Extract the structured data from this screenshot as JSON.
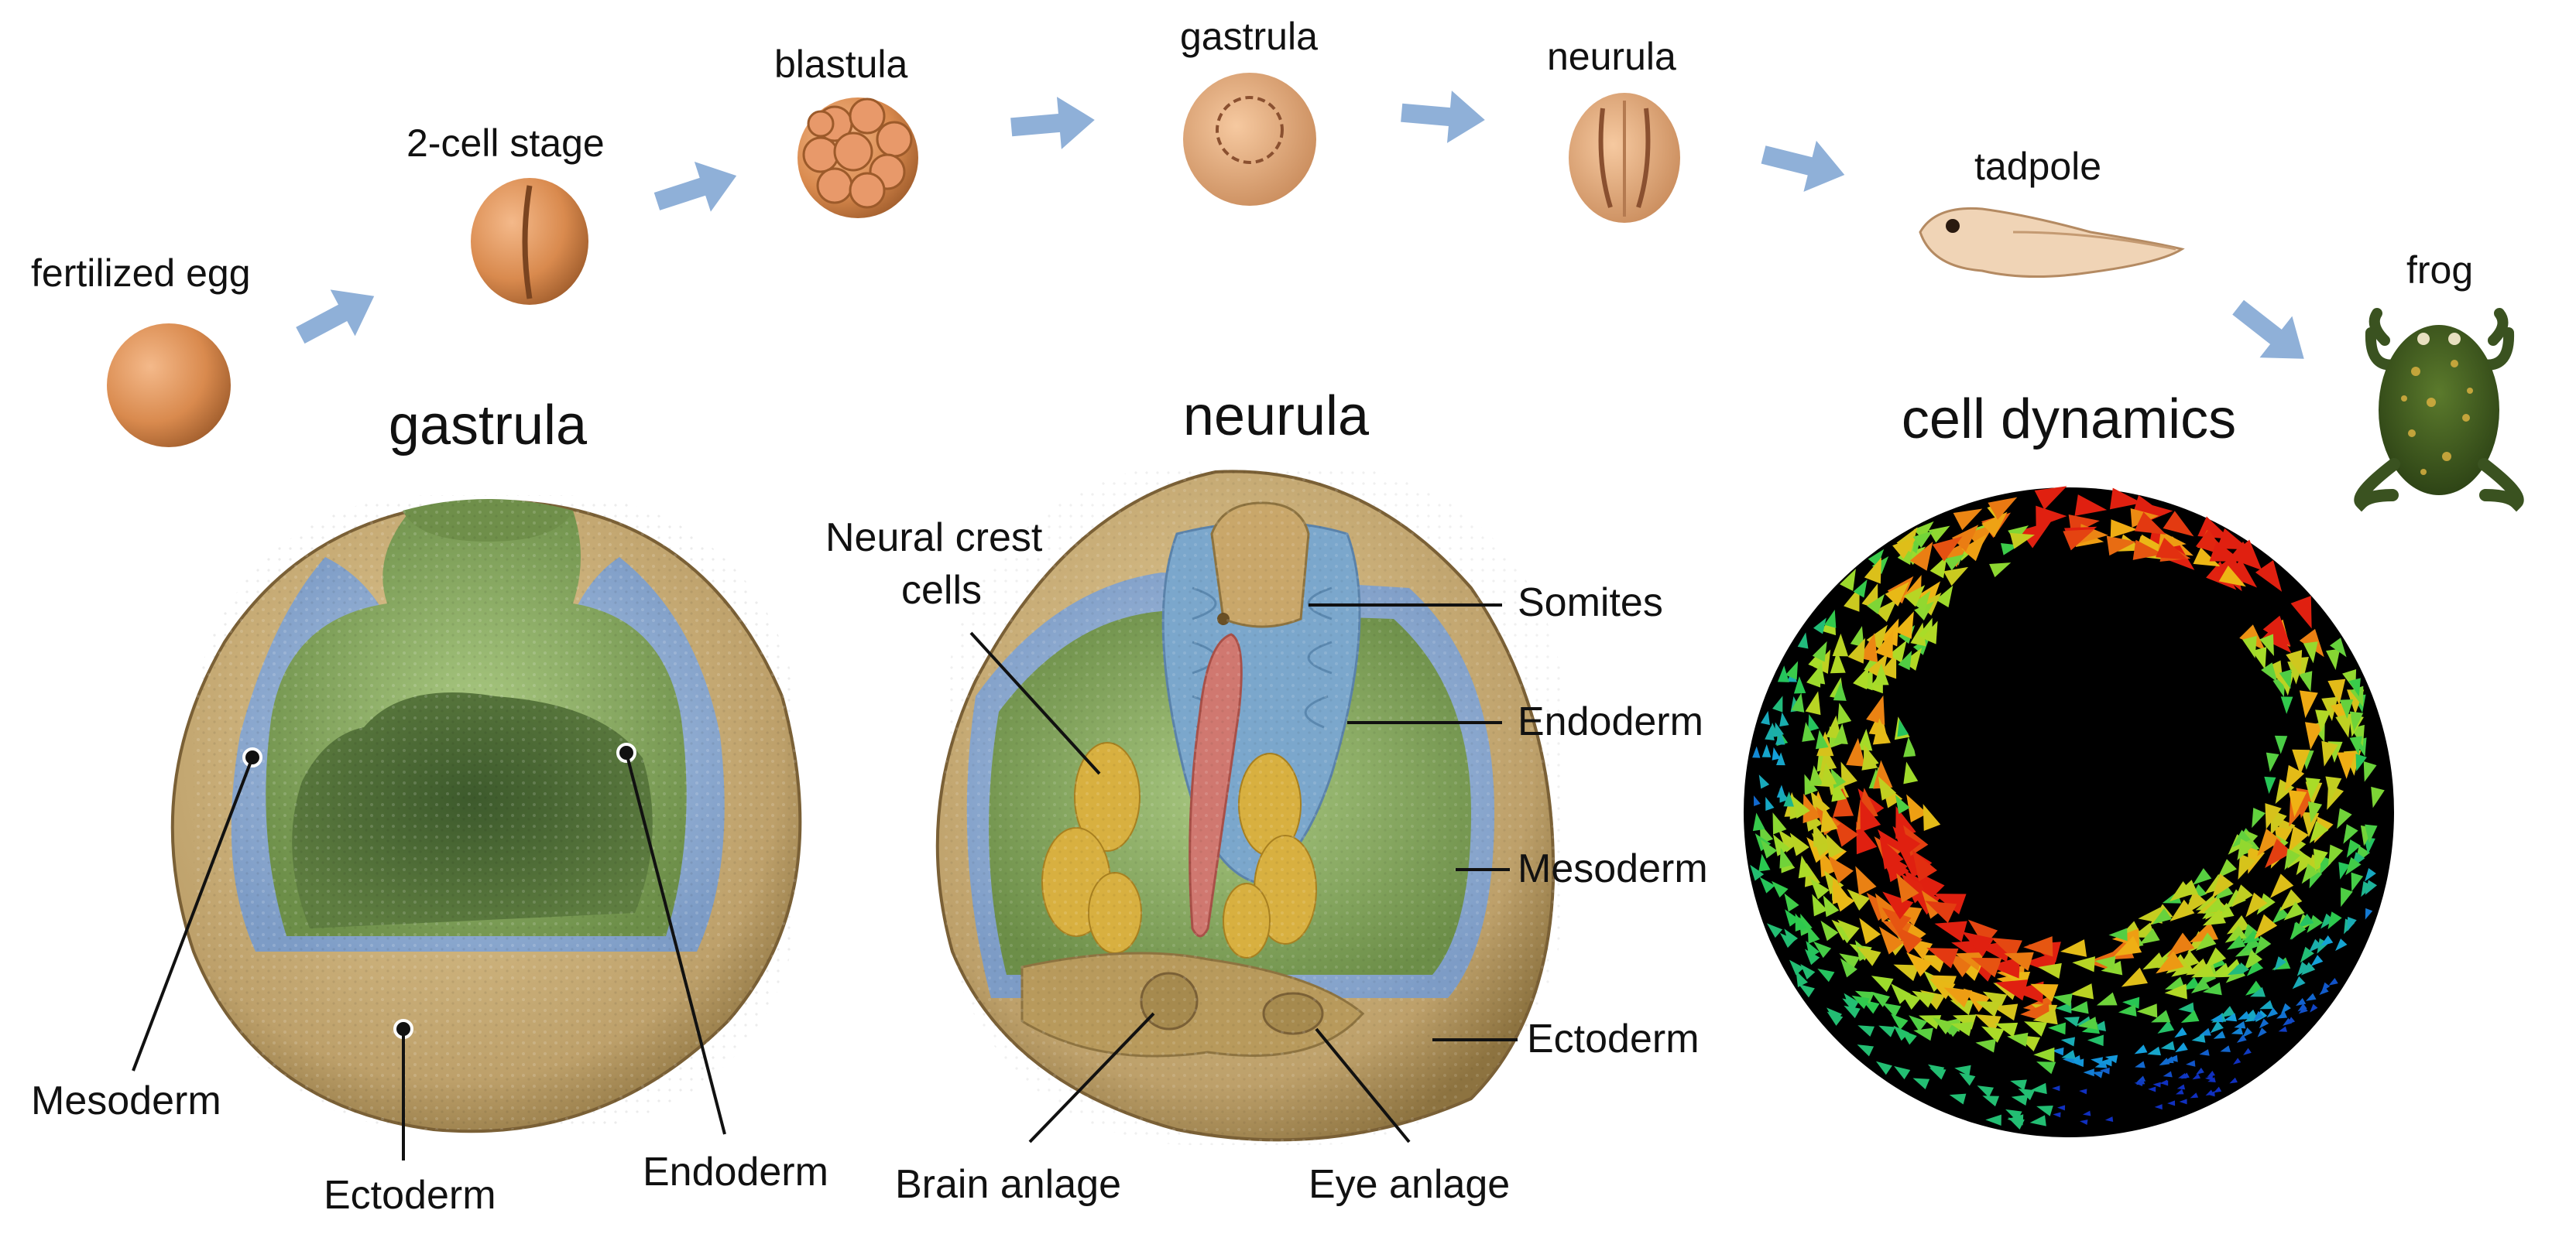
{
  "stages": [
    {
      "label": "fertilized egg"
    },
    {
      "label": "2-cell stage"
    },
    {
      "label": "blastula"
    },
    {
      "label": "gastrula"
    },
    {
      "label": "neurula"
    },
    {
      "label": "tadpole"
    },
    {
      "label": "frog"
    }
  ],
  "panels": {
    "gastrula": {
      "title": "gastrula",
      "labels": {
        "mesoderm": "Mesoderm",
        "ectoderm": "Ectoderm",
        "endoderm": "Endoderm"
      }
    },
    "neurula": {
      "title": "neurula",
      "labels": {
        "neural_crest_1": "Neural crest",
        "neural_crest_2": "cells",
        "somites": "Somites",
        "endoderm": "Endoderm",
        "mesoderm": "Mesoderm",
        "ectoderm": "Ectoderm",
        "brain_anlage": "Brain anlage",
        "eye_anlage": "Eye anlage"
      }
    },
    "cell_dynamics": {
      "title": "cell dynamics"
    }
  },
  "colors": {
    "arrow": "#8fb0d8",
    "ectoderm": "#c6a874",
    "mesoderm": "#8eaed6",
    "endoderm": "#7ea05a",
    "neural_crest": "#d8b040",
    "notochord": "#d07870",
    "flow_fast": "#e02010",
    "flow_slow": "#1030c0"
  }
}
